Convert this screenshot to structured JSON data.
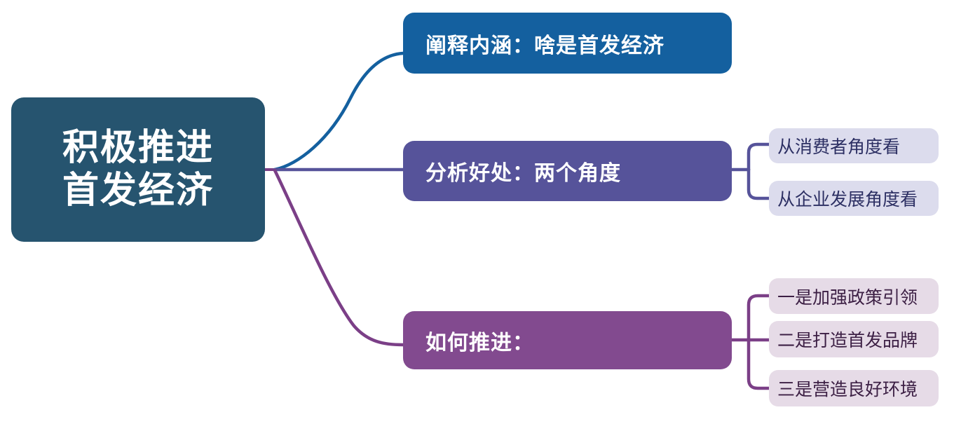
{
  "diagram": {
    "type": "mindmap",
    "title": "积极推进首发经济",
    "root": {
      "label_line1": "积极推进",
      "label_line2": "首发经济",
      "color": "#26546f",
      "text_color": "#ffffff"
    },
    "branches": [
      {
        "id": "branch-1",
        "label": "阐释内涵：啥是首发经济",
        "color": "#14609f",
        "text_color": "#ffffff",
        "connector_color": "#14609f",
        "children": []
      },
      {
        "id": "branch-2",
        "label": "分析好处：两个角度",
        "color": "#56539a",
        "text_color": "#ffffff",
        "connector_color": "#56539a",
        "children": [
          {
            "id": "leaf-2-1",
            "label": "从消费者角度看",
            "color": "#dcdced",
            "text_color": "#2c2f63"
          },
          {
            "id": "leaf-2-2",
            "label": "从企业发展角度看",
            "color": "#dcdced",
            "text_color": "#2c2f63"
          }
        ]
      },
      {
        "id": "branch-3",
        "label": "如何推进：",
        "color": "#824a8f",
        "text_color": "#ffffff",
        "connector_color": "#824a8f",
        "children": [
          {
            "id": "leaf-3-1",
            "label": "一是加强政策引领",
            "color": "#e6dbe7",
            "text_color": "#3c1f44"
          },
          {
            "id": "leaf-3-2",
            "label": "二是打造首发品牌",
            "color": "#e6dbe7",
            "text_color": "#3c1f44"
          },
          {
            "id": "leaf-3-3",
            "label": "三是营造良好环境",
            "color": "#e6dbe7",
            "text_color": "#3c1f44"
          }
        ]
      }
    ],
    "background": "#ffffff"
  }
}
